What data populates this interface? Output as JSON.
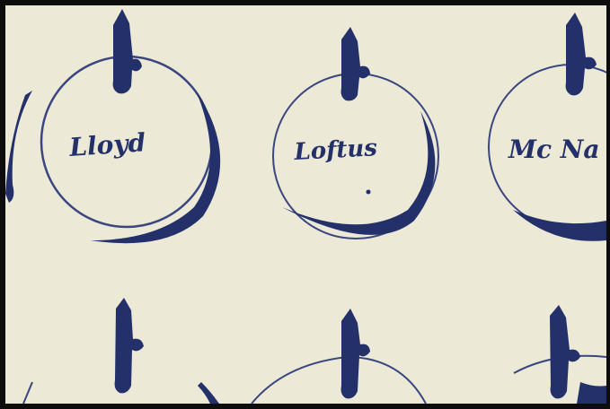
{
  "colors": {
    "background": "#0d0d0d",
    "paper": "#ece9d6",
    "ink": "#23306a",
    "ink_light": "#3a4680"
  },
  "labels": {
    "lloyd": "Lloyd",
    "loftus": "Loftus",
    "mcn": "Mc Na"
  }
}
